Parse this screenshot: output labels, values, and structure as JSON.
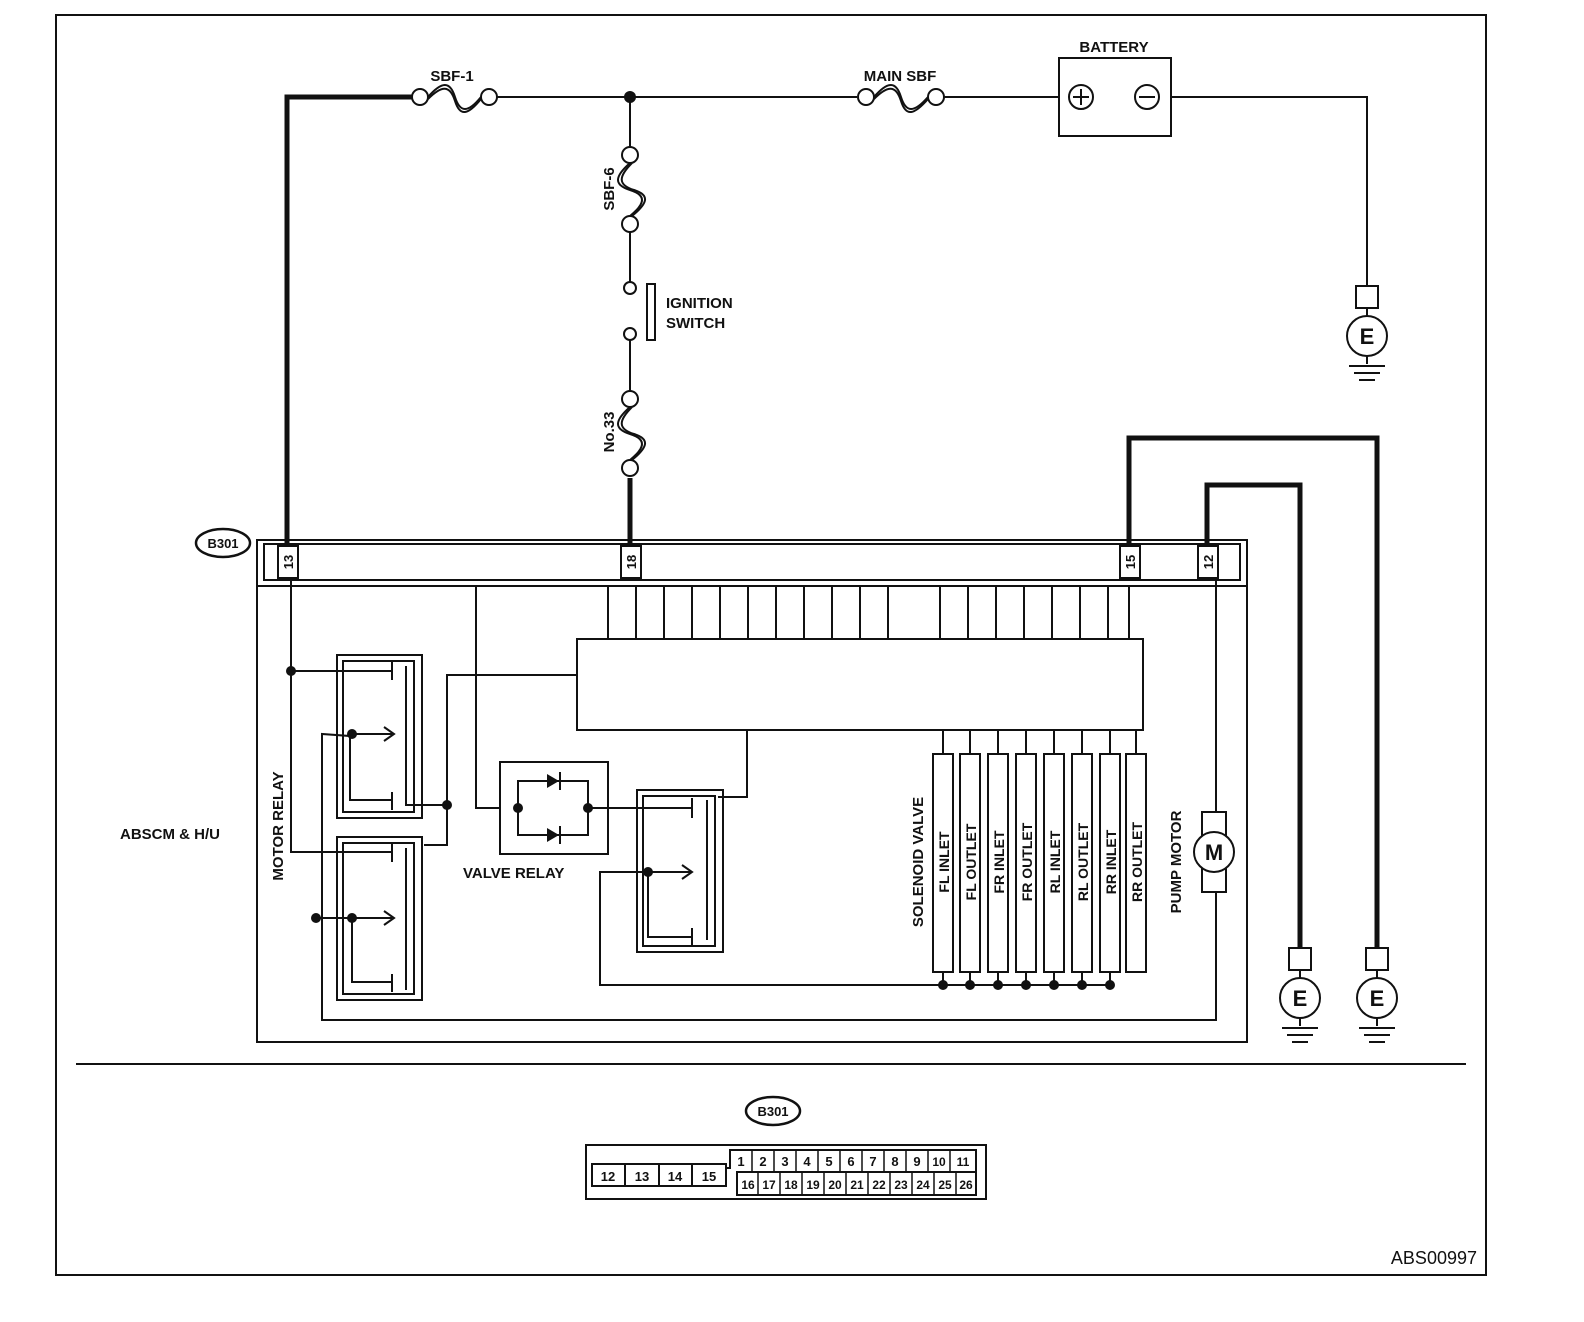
{
  "labels": {
    "sbf1": "SBF-1",
    "main_sbf": "MAIN SBF",
    "battery": "BATTERY",
    "sbf6": "SBF-6",
    "ignition_1": "IGNITION",
    "ignition_2": "SWITCH",
    "no33": "No.33",
    "connector": "B301",
    "absc": "ABSCM & H/U",
    "motor_relay": "MOTOR RELAY",
    "valve_relay": "VALVE RELAY",
    "solenoid_valve": "SOLENOID VALVE",
    "pump_motor": "PUMP MOTOR",
    "motor_symbol": "M",
    "ground_symbol": "E",
    "figure_id": "ABS00997"
  },
  "terminals": [
    "13",
    "18",
    "15",
    "12"
  ],
  "solenoids": [
    "FL INLET",
    "FL OUTLET",
    "FR INLET",
    "FR OUTLET",
    "RL INLET",
    "RL OUTLET",
    "RR INLET",
    "RR OUTLET"
  ],
  "connector_view": {
    "left_pins": [
      "12",
      "13",
      "14",
      "15"
    ],
    "top_pins": [
      "1",
      "2",
      "3",
      "4",
      "5",
      "6",
      "7",
      "8",
      "9",
      "10",
      "11"
    ],
    "bottom_pins": [
      "16",
      "17",
      "18",
      "19",
      "20",
      "21",
      "22",
      "23",
      "24",
      "25",
      "26"
    ]
  }
}
